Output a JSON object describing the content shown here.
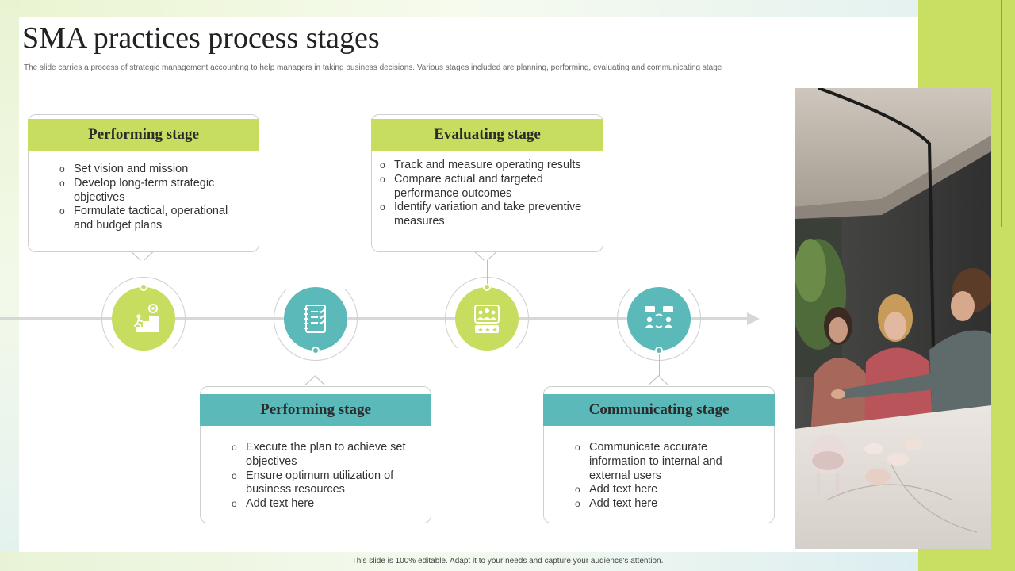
{
  "title": "SMA practices process stages",
  "subtitle": "The slide carries a process of strategic management accounting to help managers in taking business decisions. Various stages included are planning, performing, evaluating and communicating stage",
  "stages": [
    {
      "header": "Performing stage",
      "color": "#c6dd5f",
      "icon": "stairs-goal-icon",
      "items": [
        "Set vision and mission",
        "Develop long-term strategic objectives",
        "Formulate tactical, operational and budget plans"
      ]
    },
    {
      "header": "Performing stage",
      "color": "#5bb9b9",
      "icon": "checklist-icon",
      "items": [
        "Execute the plan to achieve set objectives",
        "Ensure optimum utilization of business resources",
        "Add text here"
      ]
    },
    {
      "header": "Evaluating stage",
      "color": "#c6dd5f",
      "icon": "team-rating-icon",
      "items": [
        "Track and measure operating results",
        "Compare actual and targeted performance outcomes",
        "Identify variation and take preventive measures"
      ]
    },
    {
      "header": "Communicating stage",
      "color": "#5bb9b9",
      "icon": "communication-icon",
      "items": [
        "Communicate accurate information to internal and external users",
        "Add text here",
        "Add text here"
      ]
    }
  ],
  "footer": "This slide is 100% editable. Adapt it to your needs and capture your audience's attention.",
  "colors": {
    "accent_green": "#c6dd5f",
    "accent_teal": "#5bb9b9",
    "band": "#c9df62"
  }
}
